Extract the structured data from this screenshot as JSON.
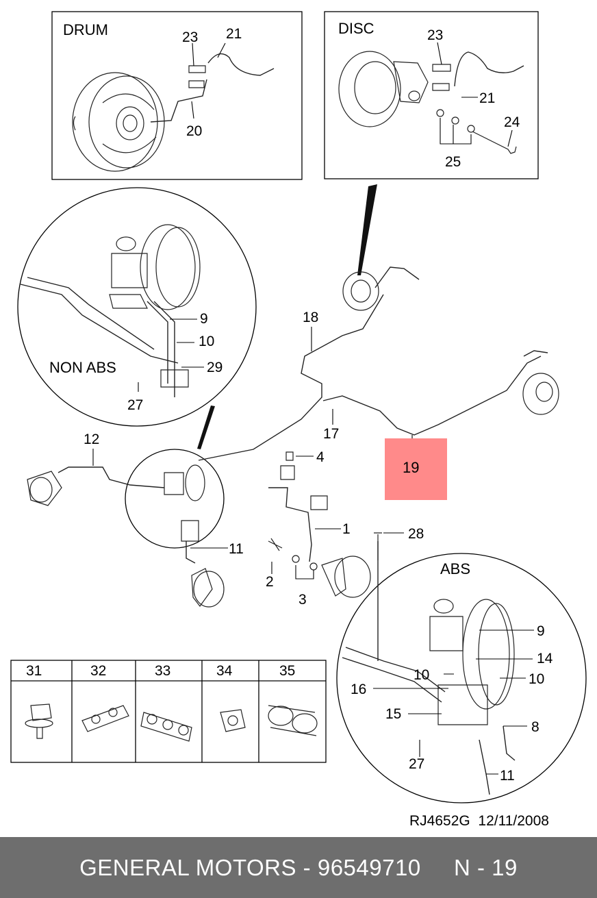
{
  "drum_box": {
    "title": "DRUM",
    "labels": [
      "23",
      "21",
      "20"
    ]
  },
  "disc_box": {
    "title": "DISC",
    "labels": [
      "23",
      "21",
      "24",
      "25"
    ]
  },
  "non_abs_inset": {
    "title": "NON ABS",
    "labels": [
      "9",
      "10",
      "29",
      "27"
    ]
  },
  "main_labels": [
    "18",
    "17",
    "12",
    "4",
    "1",
    "28",
    "11",
    "2",
    "3"
  ],
  "highlight": {
    "label": "19",
    "color": "#ff8a8a"
  },
  "abs_inset": {
    "title": "ABS",
    "labels": [
      "9",
      "14",
      "10",
      "10",
      "16",
      "15",
      "8",
      "27",
      "11"
    ]
  },
  "clips_table": {
    "headers": [
      "31",
      "32",
      "33",
      "34",
      "35"
    ]
  },
  "drawing_ref": "RJ4652G  12/11/2008",
  "footer": {
    "text": "GENERAL MOTORS - 96549710     N - 19",
    "background": "#6e6e6e"
  }
}
